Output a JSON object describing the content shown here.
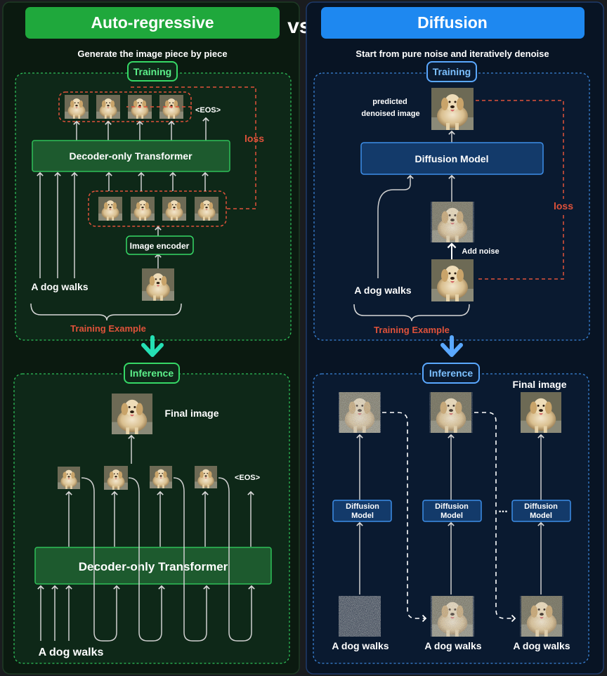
{
  "header": {
    "left_title": "Auto-regressive",
    "vs": "vs.",
    "right_title": "Diffusion"
  },
  "left": {
    "subtitle": "Generate the image piece by piece",
    "training_badge": "Training",
    "eos_label": "<EOS>",
    "transformer_label": "Decoder-only Transformer",
    "loss_label": "loss",
    "encoder_label": "Image encoder",
    "prompt": "A dog walks",
    "training_example": "Training Example",
    "inference_badge": "Inference",
    "final_image_label": "Final image",
    "inf_eos_label": "<EOS>",
    "inf_transformer_label": "Decoder-only Transformer",
    "inf_prompt": "A dog walks"
  },
  "right": {
    "subtitle": "Start from pure noise and iteratively denoise",
    "training_badge": "Training",
    "predicted_line1": "predicted",
    "predicted_line2": "denoised image",
    "model_label": "Diffusion Model",
    "loss_label": "loss",
    "add_noise": "Add noise",
    "prompt": "A dog walks",
    "training_example": "Training Example",
    "inference_badge": "Inference",
    "final_image_label": "Final image",
    "steps": [
      {
        "model_line1": "Diffusion",
        "model_line2": "Model",
        "prompt": "A dog walks"
      },
      {
        "model_line1": "Diffusion",
        "model_line2": "Model",
        "prompt": "A dog walks"
      },
      {
        "model_line1": "Diffusion",
        "model_line2": "Model",
        "prompt": "A dog walks"
      }
    ],
    "ellipsis": "..."
  },
  "colors": {
    "green_accent": "#1fc04a",
    "green_dark_panel": "#0c2417",
    "blue_accent": "#1e88f0",
    "blue_dark_panel": "#0a1a30",
    "loss_red": "#e0523a"
  }
}
